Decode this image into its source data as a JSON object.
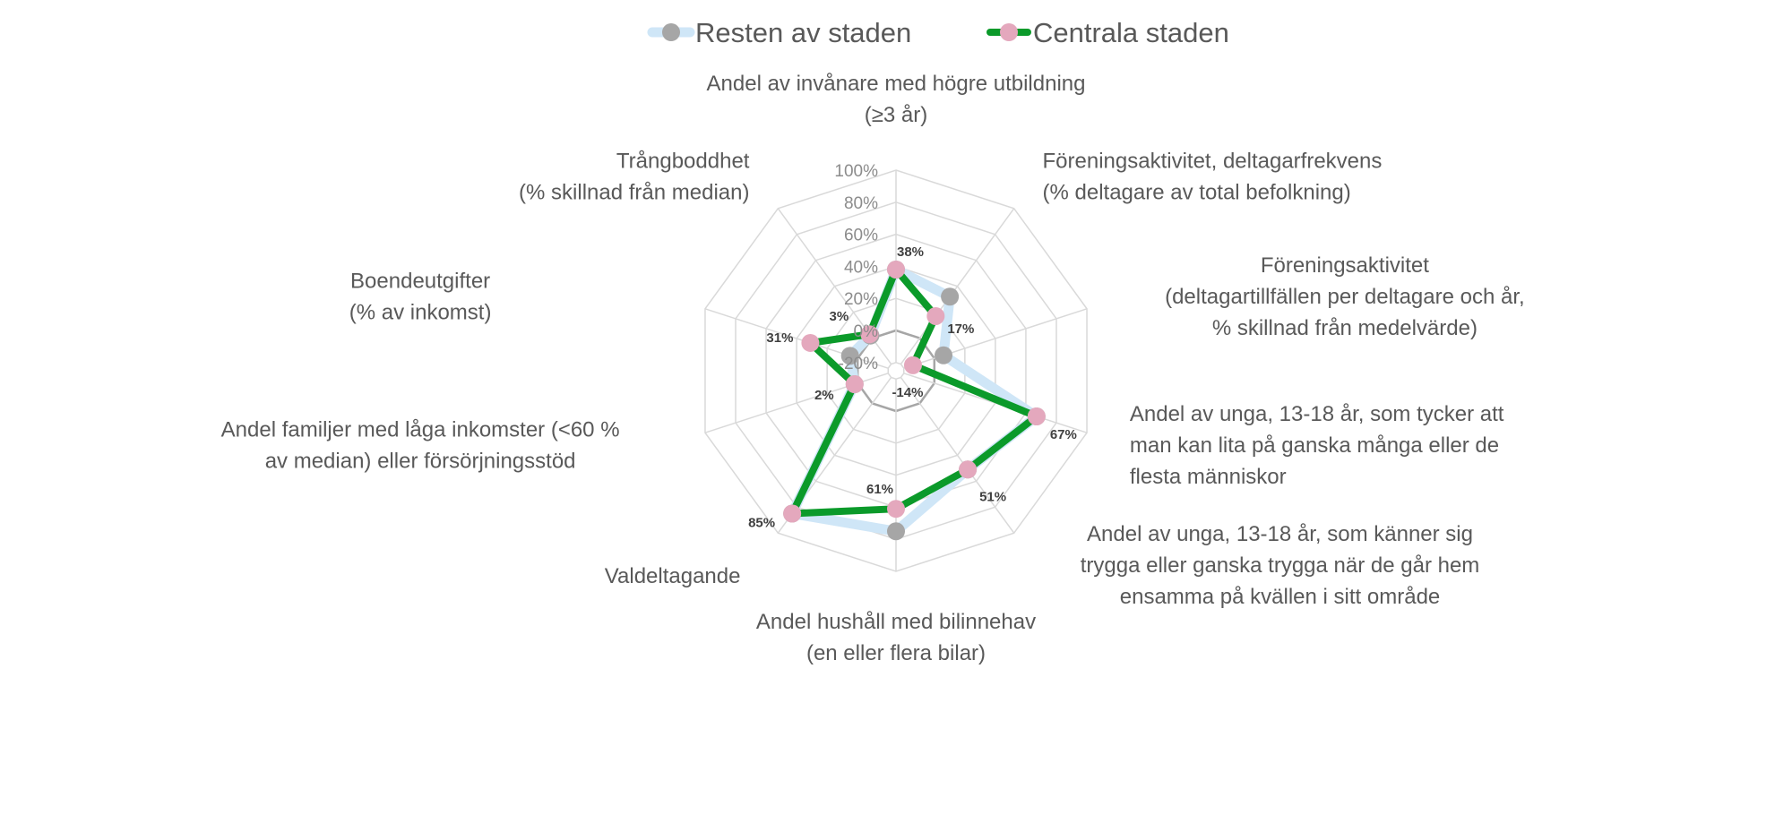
{
  "chart_data": {
    "type": "radar",
    "legend_position": "top",
    "series": [
      {
        "name": "Resten av staden",
        "line_color": "#cfe6f7",
        "marker_color": "#a6a6a6",
        "values": [
          38,
          32,
          6,
          67,
          51,
          75,
          85,
          2,
          5,
          2
        ]
      },
      {
        "name": "Centrala staden",
        "line_color": "#0b9a2a",
        "marker_color": "#e4a8bd",
        "values": [
          38,
          17,
          -14,
          67,
          51,
          61,
          85,
          2,
          31,
          3
        ]
      }
    ],
    "categories": [
      [
        "Andel av invånare med högre utbildning",
        "(≥3 år)"
      ],
      [
        "Föreningsaktivitet, deltagarfrekvens",
        "(% deltagare av total befolkning)"
      ],
      [
        "Föreningsaktivitet",
        "(deltagartillfällen per deltagare och år,",
        "% skillnad från medelvärde)"
      ],
      [
        "Andel av unga, 13-18 år, som tycker att",
        "man kan lita på ganska många eller de",
        "flesta människor"
      ],
      [
        "Andel av unga, 13-18 år, som känner sig",
        "trygga eller ganska trygga när de går hem",
        "ensamma på kvällen i sitt område"
      ],
      [
        "Andel hushåll med bilinnehav",
        "(en eller flera bilar)"
      ],
      [
        "Valdeltagande"
      ],
      [
        "Andel familjer med låga inkomster (<60 %",
        "av median) eller försörjningsstöd"
      ],
      [
        "Boendeutgifter",
        "(% av inkomst)"
      ],
      [
        "Trångboddhet",
        "(% skillnad från median)"
      ]
    ],
    "data_labels": [
      "38%",
      "17%",
      "-14%",
      "67%",
      "51%",
      "61%",
      "85%",
      "2%",
      "31%",
      "3%"
    ],
    "axis": {
      "min": -20,
      "max": 100,
      "step": 20,
      "tick_labels": [
        "-20%",
        "0%",
        "20%",
        "40%",
        "60%",
        "80%",
        "100%"
      ],
      "grid_color": "#d9d9d9",
      "zero_ring_color": "#a6a6a6"
    }
  }
}
